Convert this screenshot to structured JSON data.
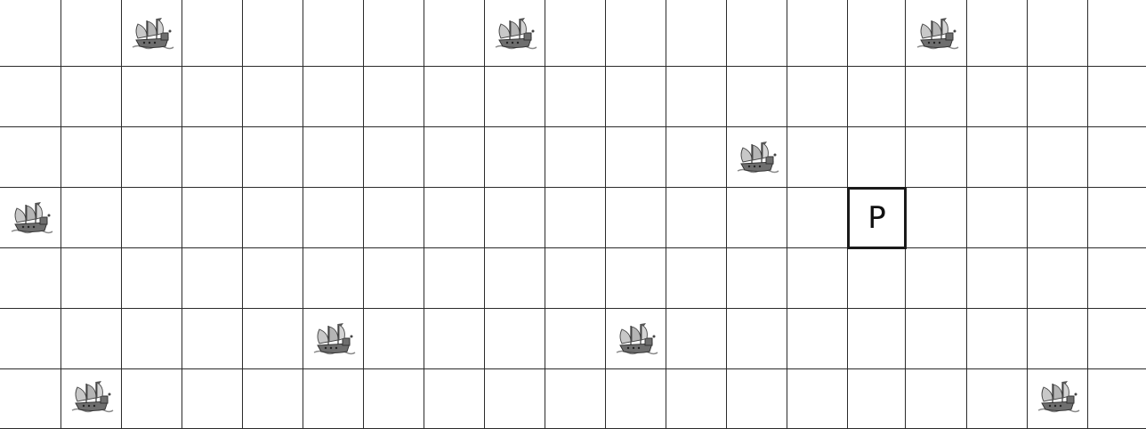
{
  "grid": {
    "rows": 7,
    "cols": 19,
    "line_color": "#2b2b2b",
    "background": "#ffffff"
  },
  "ships": {
    "icon": "pirate-ship-icon",
    "cells": [
      {
        "row": 1,
        "col": 3
      },
      {
        "row": 1,
        "col": 9
      },
      {
        "row": 1,
        "col": 16
      },
      {
        "row": 3,
        "col": 13
      },
      {
        "row": 4,
        "col": 1
      },
      {
        "row": 6,
        "col": 6
      },
      {
        "row": 6,
        "col": 11
      },
      {
        "row": 7,
        "col": 2
      },
      {
        "row": 7,
        "col": 18
      }
    ]
  },
  "player": {
    "label": "P",
    "row": 4,
    "col": 15
  }
}
